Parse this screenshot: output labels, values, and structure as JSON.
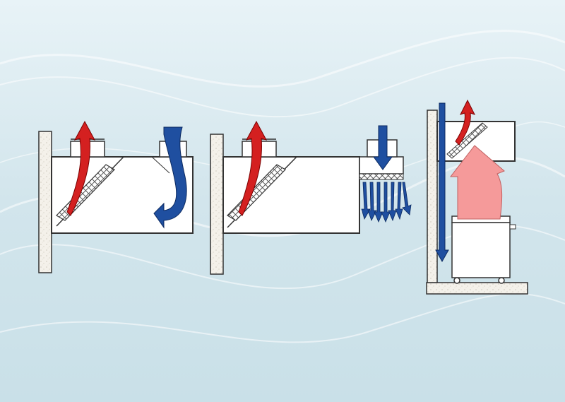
{
  "colors": {
    "background_top": "#e8f3f7",
    "background_bottom": "#c6dde6",
    "wave": "#ffffff",
    "exhaust_arrow": "#d42020",
    "supply_arrow": "#1f4fa0",
    "heat_plume": "#f59a9a",
    "hood_fill": "#ffffff",
    "hood_outline": "#333333",
    "wall_fill": "#f4f1ea",
    "filter_hatch": "#555555"
  },
  "panels": [
    {
      "name": "hood-with-short-circuit-supply",
      "exhaust_icon": "red-exhaust-arrow-icon",
      "supply_icon": "blue-curved-supply-arrow-icon"
    },
    {
      "name": "hood-with-front-diffuser-supply",
      "exhaust_icon": "red-exhaust-arrow-icon",
      "supply_icon": "blue-downward-diffuser-arrows-icon"
    },
    {
      "name": "hood-over-cooking-appliance",
      "exhaust_icon": "red-exhaust-arrow-icon",
      "supply_icon": "blue-wall-supply-arrow-icon",
      "plume_icon": "thermal-plume-arrow-icon"
    }
  ]
}
